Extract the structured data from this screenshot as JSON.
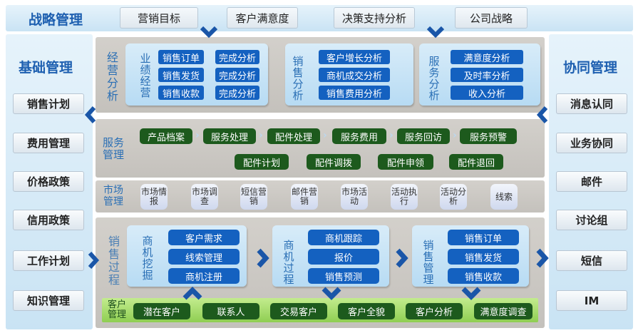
{
  "top": {
    "title": "战略管理",
    "tabs": [
      "营销目标",
      "客户满意度",
      "决策支持分析",
      "公司战略"
    ]
  },
  "left": {
    "title": "基础管理",
    "items": [
      "销售计划",
      "费用管理",
      "价格政策",
      "信用政策",
      "工作计划",
      "知识管理"
    ]
  },
  "right": {
    "title": "协同管理",
    "items": [
      "消息认同",
      "业务协同",
      "邮件",
      "讨论组",
      "短信",
      "IM"
    ]
  },
  "analysis": {
    "label": "经营分析",
    "perf": {
      "label": "业绩经营",
      "col1": [
        "销售订单",
        "销售发货",
        "销售收款"
      ],
      "col2": [
        "完成分析",
        "完成分析",
        "完成分析"
      ]
    },
    "sales": {
      "label": "销售分析",
      "items": [
        "客户增长分析",
        "商机成交分析",
        "销售费用分析"
      ]
    },
    "service": {
      "label": "服务分析",
      "items": [
        "满意度分析",
        "及时率分析",
        "收入分析"
      ]
    }
  },
  "service": {
    "label": "服务管理",
    "row1": [
      "产品档案",
      "服务处理",
      "配件处理",
      "服务费用",
      "服务回访",
      "服务预警"
    ],
    "row2": [
      "配件计划",
      "配件调拨",
      "配件申领",
      "配件退回"
    ]
  },
  "market": {
    "label": "市场管理",
    "items": [
      "市场情报",
      "市场调查",
      "短信营销",
      "邮件营销",
      "市场活动",
      "活动执行",
      "活动分析",
      "线索"
    ]
  },
  "sales_process": {
    "label": "销售过程",
    "groups": [
      {
        "label": "商机挖掘",
        "items": [
          "客户需求",
          "线索管理",
          "商机注册"
        ]
      },
      {
        "label": "商机过程",
        "items": [
          "商机跟踪",
          "报价",
          "销售预测"
        ]
      },
      {
        "label": "销售管理",
        "items": [
          "销售订单",
          "销售发货",
          "销售收款"
        ]
      }
    ]
  },
  "customer": {
    "label": "客户管理",
    "items": [
      "潜在客户",
      "联系人",
      "交易客户",
      "客户全貌",
      "客户分析",
      "满意度调查"
    ]
  }
}
